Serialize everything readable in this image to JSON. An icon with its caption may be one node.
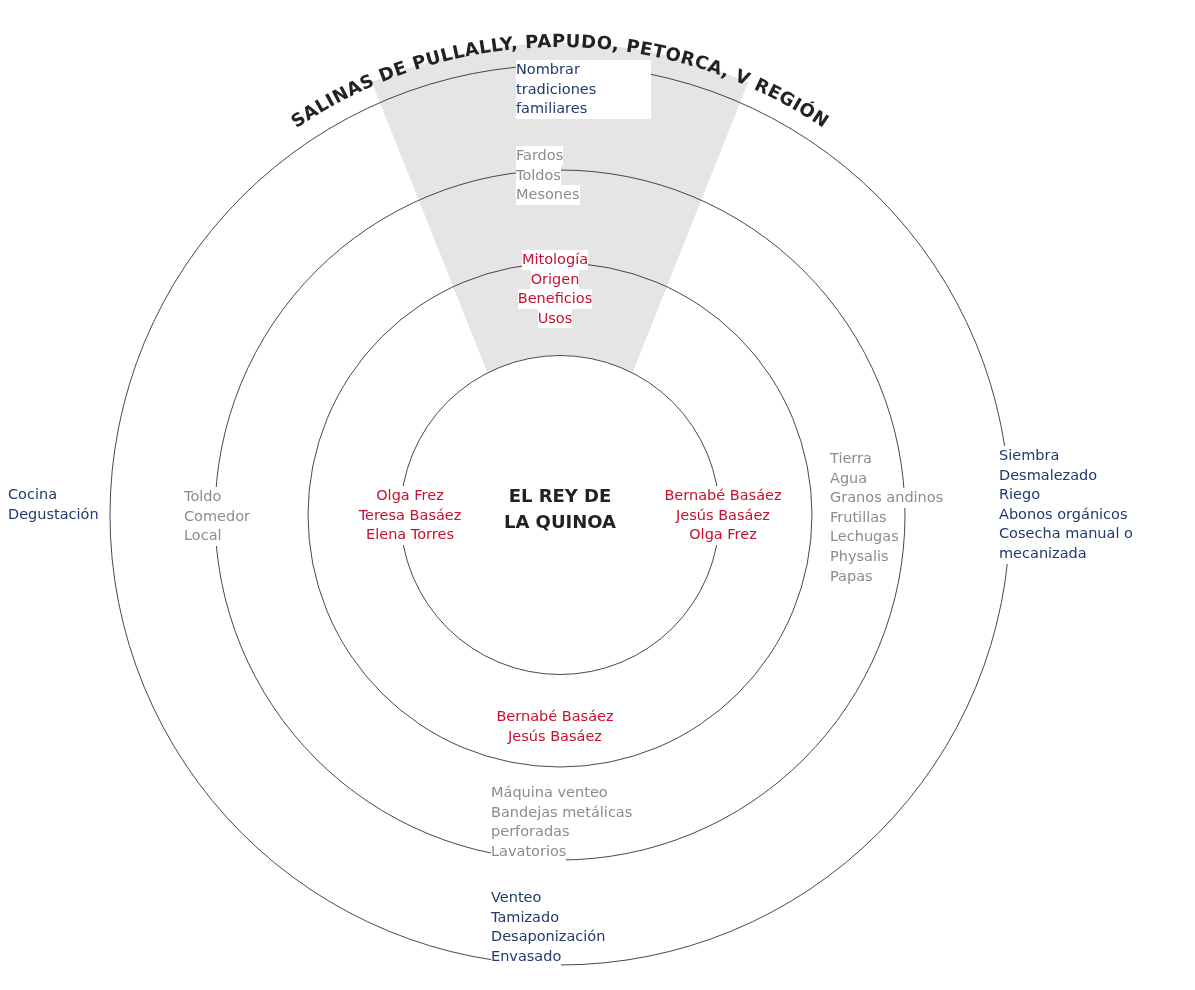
{
  "diagram": {
    "title": "SALINAS DE PULLALLY, PAPUDO, PETORCA, V REGIÓN",
    "nodes": [
      {
        "text": [
          "EL REY DE LA QUINOA"
        ]
      }
    ],
    "labels": [
      "Nombrar tradiciones familiares",
      "Fardos",
      "Toldos",
      "Mesones",
      "Mitología",
      "Origen",
      "Beneficios",
      "Usos",
      "Cocina",
      "Degustación",
      "Toldo",
      "Comedor",
      "Local",
      "Olga Frez",
      "Teresa Basáez",
      "Elena Torres",
      "Bernabé Basáez",
      "Jesús Basáez",
      "Olga Frez",
      "Tierra",
      "Agua",
      "Granos andinos",
      "Frutillas",
      "Lechugas",
      "Physalis",
      "Papas",
      "Siembra",
      "Desmalezado",
      "Riego",
      "Abonos orgánicos",
      "Cosecha manual o mecanizada",
      "Bernabé Basáez",
      "Jesús Basáez",
      "Máquina venteo",
      "Bandejas metálicas perforadas",
      "Lavatorios",
      "Venteo",
      "Tamizado",
      "Desaponización",
      "Envasado"
    ]
  }
}
